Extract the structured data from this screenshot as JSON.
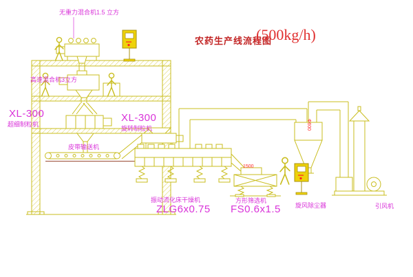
{
  "title": {
    "main": "农药生产线流程图",
    "capacity": "(500kg/h)"
  },
  "labels": {
    "top_mixer": "无重力混合机1.5 立方",
    "high_speed_mixer": "高速混合机3立方",
    "granulator_left_model": "XL-300",
    "granulator_left_name": "超细制粒机",
    "granulator_mid_model": "XL-300",
    "granulator_mid_name": "旋转制粒机",
    "belt_conveyor": "皮带输送机",
    "dryer_name": "振动流化床干燥机",
    "dryer_model": "ZLG6x0.75",
    "sieve_name": "方形筛选机",
    "sieve_model": "FS0.6x1.5",
    "cyclone": "旋风除尘器",
    "fan": "引风机"
  },
  "dimensions": {
    "sieve_width": "1500",
    "duct_diameter": "Ф600"
  },
  "colors": {
    "line": "#c9bd1e",
    "label_magenta": "#d933d9",
    "title_red": "#c22525",
    "dimension_red": "#ff2a2a",
    "pit_line": "#9a4a32",
    "cabinet_fill": "#eed20a"
  }
}
